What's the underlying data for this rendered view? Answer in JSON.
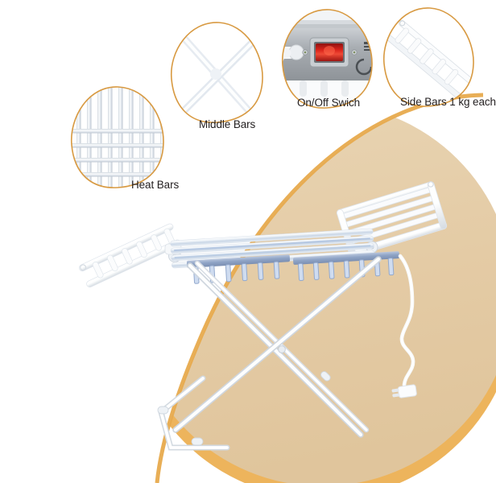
{
  "product": {
    "name": "Heated Folding Clothes Drying Rack",
    "colors": {
      "background": "#ffffff",
      "disc_fill": "#e6cfab",
      "disc_edge": "#eeb55d",
      "callout_outline": "#d89a42",
      "label_text": "#231f20",
      "metal_white": "#f4f6f8",
      "metal_shadow": "#c6cdd6",
      "clip_blue": "#9fb4d8",
      "switch_red": "#cc1b15",
      "switch_housing": "#a8adb2"
    }
  },
  "callouts": [
    {
      "id": "heat-bars",
      "label": "Heat Bars",
      "icon": "grid-of-bars-icon",
      "detail": "close-up of crossed heating bar grid"
    },
    {
      "id": "middle-bars",
      "label": "Middle Bars",
      "icon": "crossed-bars-icon",
      "detail": "close-up of two bars crossing in an X"
    },
    {
      "id": "on-off-switch",
      "label": "On/Off Swich",
      "icon": "rocker-switch-icon",
      "detail": "grey housing with red illuminated rocker switch and cable entry"
    },
    {
      "id": "side-bars",
      "label": "Side Bars 1 kg each",
      "icon": "ladder-rail-icon",
      "detail": "angled side rail with rungs"
    }
  ],
  "main_image": {
    "name": "main-product-photo",
    "parts": [
      {
        "name": "left-wing-rack",
        "rungs": 6
      },
      {
        "name": "right-wing-rack",
        "rungs": 6
      },
      {
        "name": "center-heat-bars",
        "bars": 4
      },
      {
        "name": "clip-rail-left",
        "clips": 6
      },
      {
        "name": "clip-rail-right",
        "clips": 7
      },
      {
        "name": "scissor-legs"
      },
      {
        "name": "power-cord-with-plug"
      }
    ]
  }
}
